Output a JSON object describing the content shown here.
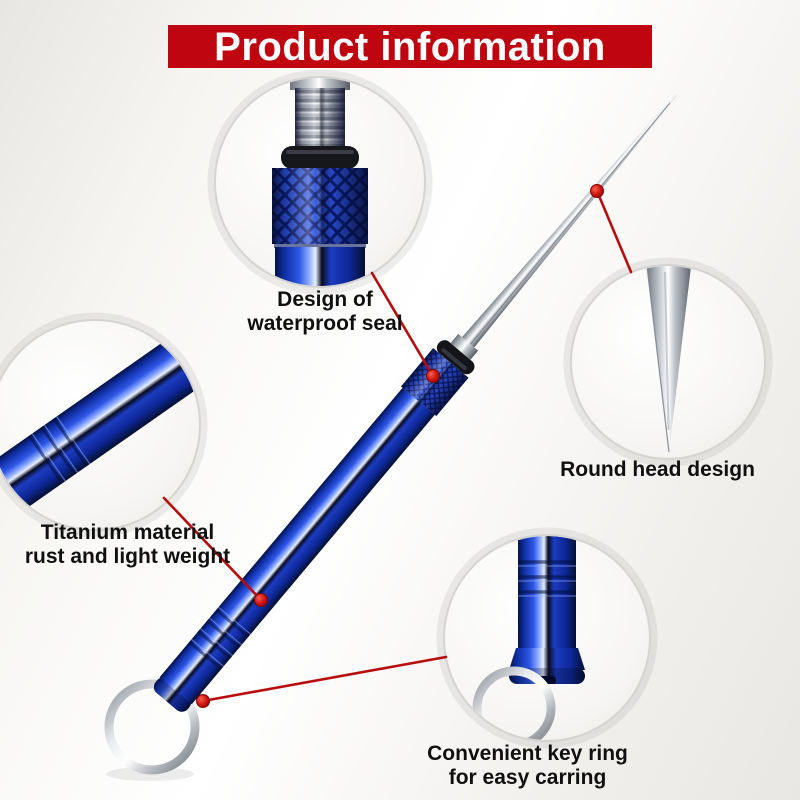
{
  "banner": {
    "title": "Product information"
  },
  "callouts": [
    {
      "id": "waterproof-seal",
      "line1": "Design of",
      "line2": "waterproof seal"
    },
    {
      "id": "round-head",
      "line1": "Round head design"
    },
    {
      "id": "titanium",
      "line1": "Titanium material",
      "line2": "rust and light weight"
    },
    {
      "id": "key-ring",
      "line1": "Convenient key ring",
      "line2": "for easy carring"
    }
  ],
  "colors": {
    "banner_red": "#bf0510",
    "accent_red": "#b70d0d",
    "body_blue": "#2242d6",
    "label_text": "#101010"
  }
}
